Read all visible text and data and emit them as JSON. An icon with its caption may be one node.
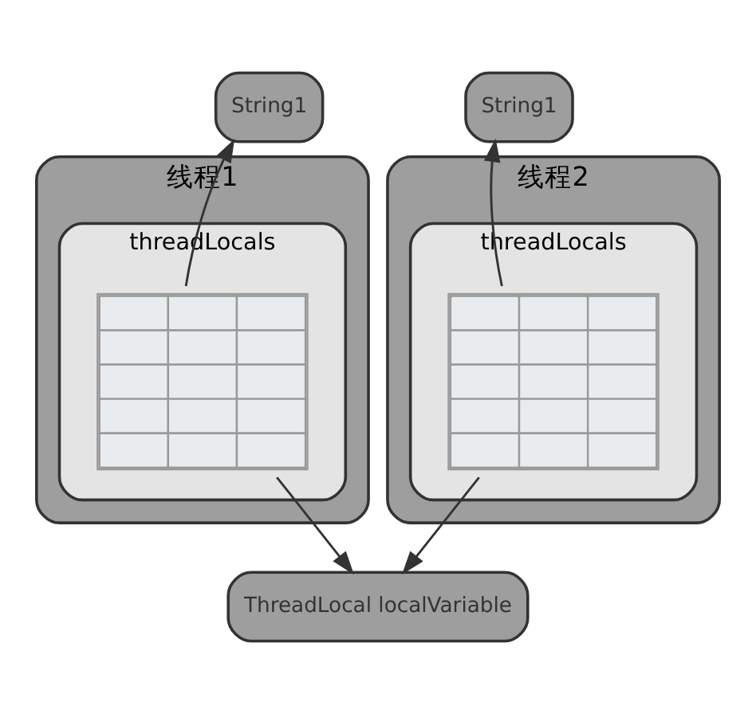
{
  "diagram": {
    "nodes": [
      {
        "text": [
          "String1"
        ]
      },
      {
        "text": [
          "String1"
        ]
      },
      {
        "text": [
          "线程1"
        ]
      },
      {
        "text": [
          "threadLocals"
        ],
        "in": 2
      },
      {
        "text": [],
        "shape": "table",
        "in": 3
      },
      {
        "text": [
          "线程2"
        ]
      },
      {
        "text": [
          "threadLocals"
        ],
        "in": 5
      },
      {
        "text": [],
        "shape": "table",
        "in": 6
      },
      {
        "text": [
          "ThreadLocal localVariable"
        ]
      }
    ],
    "edges": [
      {
        "from": 4,
        "to": 0,
        "arrow": "to"
      },
      {
        "from": 4,
        "to": 8,
        "arrow": "to"
      },
      {
        "from": 7,
        "to": 1,
        "arrow": "to"
      },
      {
        "from": 7,
        "to": 8,
        "arrow": "to"
      }
    ]
  }
}
